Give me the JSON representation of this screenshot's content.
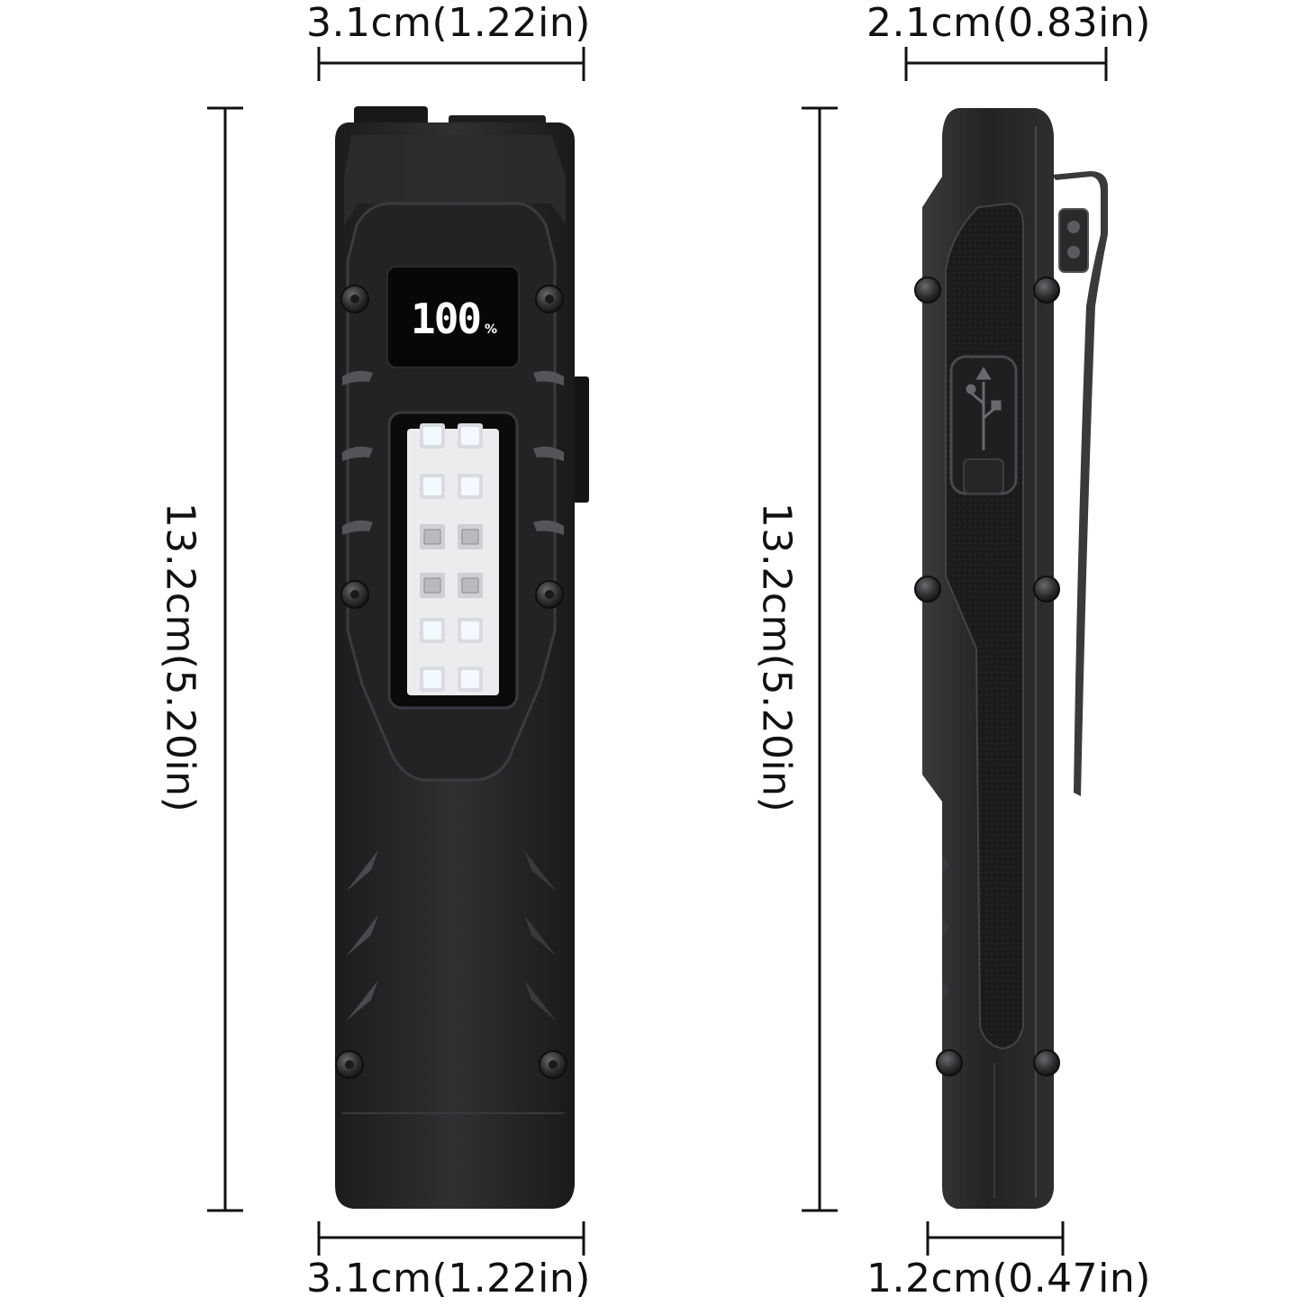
{
  "dimensions": {
    "front_top_width": "3.1cm(1.22in)",
    "front_bottom_width": "3.1cm(1.22in)",
    "front_height": "13.2cm(5.20in)",
    "side_top_width": "2.1cm(0.83in)",
    "side_bottom_width": "1.2cm(0.47in)",
    "side_height": "13.2cm(5.20in)"
  },
  "display": {
    "battery_value": "100",
    "battery_unit": "%"
  },
  "colors": {
    "body": "#2a2a2c",
    "body_dark": "#161617",
    "led_white": "#f4f8ff",
    "led_uv": "#b9b9be",
    "display_text": "#ffffff",
    "dimension_line": "#111111"
  },
  "icons": {
    "usb_port": "usb-icon"
  }
}
